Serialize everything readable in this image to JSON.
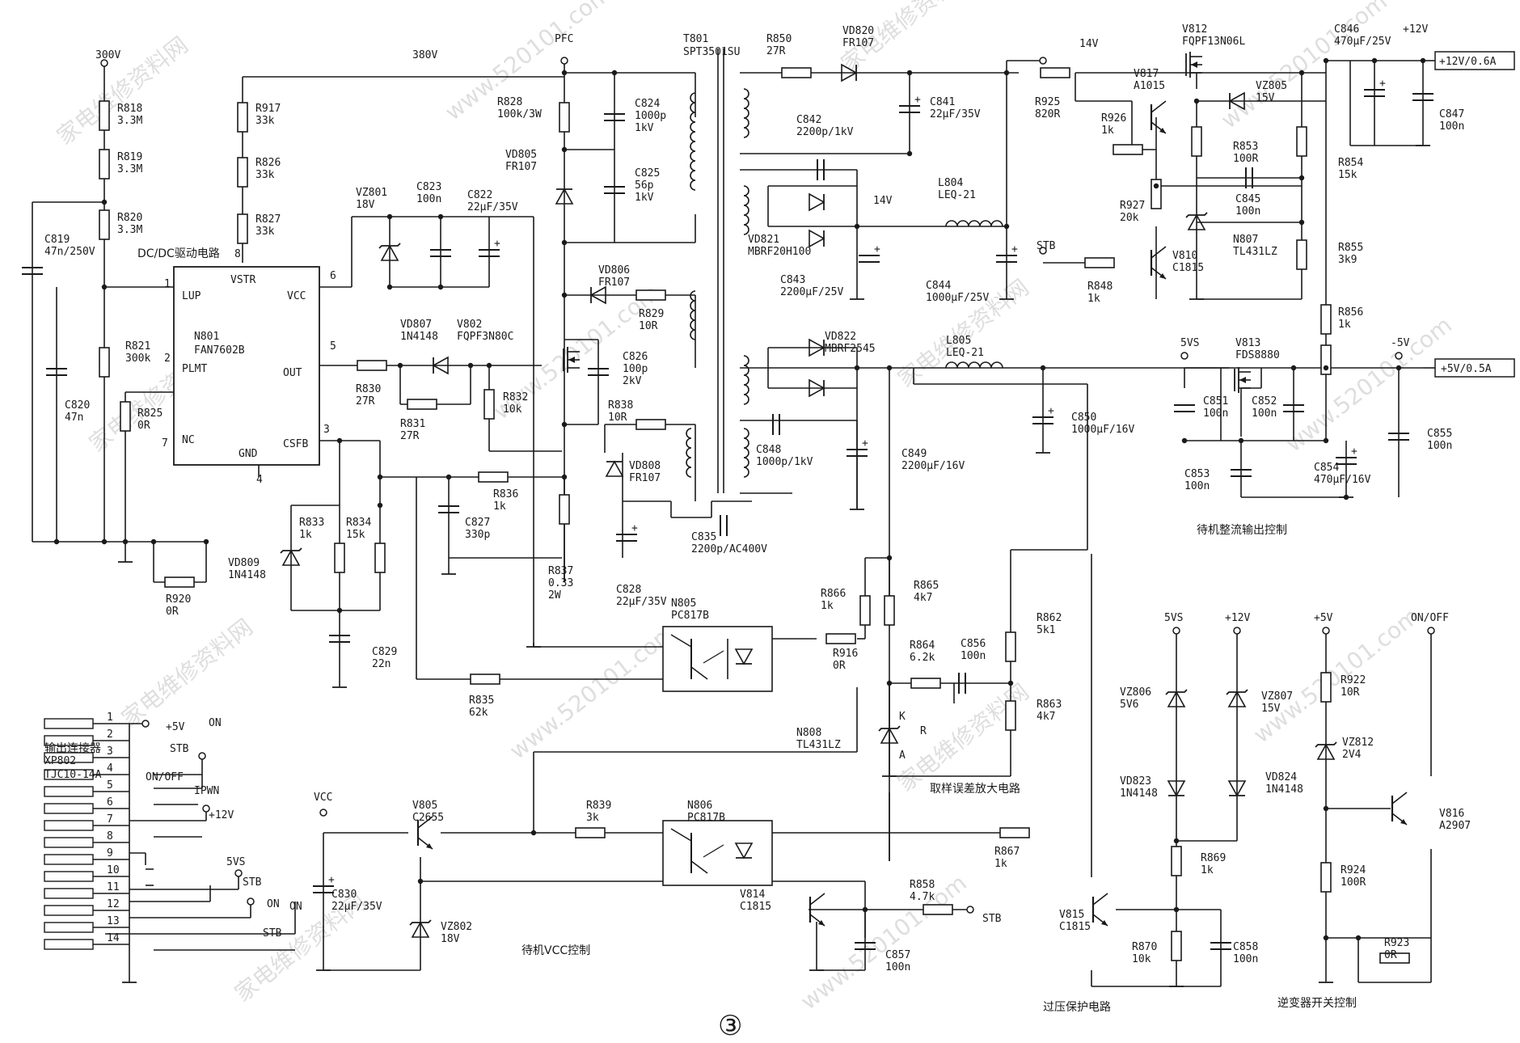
{
  "rails": {
    "v300": "300V",
    "v380": "380V",
    "pfc": "PFC",
    "v14": "14V",
    "v14b": "14V",
    "plus12": "+12V",
    "out12": "+12V/0.6A",
    "v5vs": "5VS",
    "minus5": "-5V",
    "out5": "+5V/0.5A",
    "vcc": "VCC",
    "stb1": "STB",
    "stb2": "STB",
    "on": "ON",
    "ovp_5vs": "5VS",
    "ovp_12": "+12V",
    "inv_5v": "+5V",
    "inv_onoff": "ON/OFF"
  },
  "ic": {
    "ref": "N801",
    "part": "FAN7602B",
    "title": "DC/DC驱动电路",
    "pins": [
      "LUP",
      "VSTR",
      "VCC",
      "PLMT",
      "OUT",
      "NC",
      "GND",
      "CSFB"
    ],
    "pin_numbers": [
      "1",
      "8",
      "6",
      "2",
      "5",
      "7",
      "4",
      "3"
    ]
  },
  "transformer": {
    "ref": "T801",
    "part": "SPT3501SU"
  },
  "components": [
    {
      "ref": "R818",
      "value": "3.3M"
    },
    {
      "ref": "R819",
      "value": "3.3M"
    },
    {
      "ref": "R820",
      "value": "3.3M"
    },
    {
      "ref": "C819",
      "value": "47n/250V"
    },
    {
      "ref": "R821",
      "value": "300k"
    },
    {
      "ref": "C820",
      "value": "47n"
    },
    {
      "ref": "R825",
      "value": "0R"
    },
    {
      "ref": "R920",
      "value": "0R"
    },
    {
      "ref": "R917",
      "value": "33k"
    },
    {
      "ref": "R826",
      "value": "33k"
    },
    {
      "ref": "R827",
      "value": "33k"
    },
    {
      "ref": "VZ801",
      "value": "18V"
    },
    {
      "ref": "C823",
      "value": "100n"
    },
    {
      "ref": "C822",
      "value": "22μF/35V"
    },
    {
      "ref": "R830",
      "value": "27R"
    },
    {
      "ref": "R831",
      "value": "27R"
    },
    {
      "ref": "VD807",
      "value": "1N4148"
    },
    {
      "ref": "V802",
      "value": "FQPF3N80C"
    },
    {
      "ref": "R832",
      "value": "10k"
    },
    {
      "ref": "R833",
      "value": "1k"
    },
    {
      "ref": "R834",
      "value": "15k"
    },
    {
      "ref": "VD809",
      "value": "1N4148"
    },
    {
      "ref": "C829",
      "value": "22n"
    },
    {
      "ref": "C827",
      "value": "330p"
    },
    {
      "ref": "R836",
      "value": "1k"
    },
    {
      "ref": "R837",
      "value": "0.33 2W"
    },
    {
      "ref": "R828",
      "value": "100k/3W"
    },
    {
      "ref": "C824",
      "value": "1000p 1kV"
    },
    {
      "ref": "VD805",
      "value": "FR107"
    },
    {
      "ref": "C825",
      "value": "56p 1kV"
    },
    {
      "ref": "VD806",
      "value": "FR107"
    },
    {
      "ref": "R829",
      "value": "10R"
    },
    {
      "ref": "C826",
      "value": "100p 2kV"
    },
    {
      "ref": "R838",
      "value": "10R"
    },
    {
      "ref": "VD808",
      "value": "FR107"
    },
    {
      "ref": "C828",
      "value": "22μF/35V"
    },
    {
      "ref": "C835",
      "value": "2200p/AC400V"
    },
    {
      "ref": "R850",
      "value": "27R"
    },
    {
      "ref": "VD820",
      "value": "FR107"
    },
    {
      "ref": "C842",
      "value": "2200p/1kV"
    },
    {
      "ref": "C841",
      "value": "22μF/35V"
    },
    {
      "ref": "VD821",
      "value": "MBRF20H100"
    },
    {
      "ref": "C843",
      "value": "2200μF/25V"
    },
    {
      "ref": "L804",
      "value": "LEQ-21"
    },
    {
      "ref": "C844",
      "value": "1000μF/25V"
    },
    {
      "ref": "VD822",
      "value": "MBRF2545"
    },
    {
      "ref": "C848",
      "value": "1000p/1kV"
    },
    {
      "ref": "C849",
      "value": "2200μF/16V"
    },
    {
      "ref": "L805",
      "value": "LEQ-21"
    },
    {
      "ref": "C850",
      "value": "1000μF/16V"
    },
    {
      "ref": "R925",
      "value": "820R"
    },
    {
      "ref": "V817",
      "value": "A1015"
    },
    {
      "ref": "R926",
      "value": "1k"
    },
    {
      "ref": "R927",
      "value": "20k"
    },
    {
      "ref": "R848",
      "value": "1k"
    },
    {
      "ref": "V810",
      "value": "C1815"
    },
    {
      "ref": "V812",
      "value": "FQPF13N06L"
    },
    {
      "ref": "VZ805",
      "value": "15V"
    },
    {
      "ref": "R853",
      "value": "100R"
    },
    {
      "ref": "C845",
      "value": "100n"
    },
    {
      "ref": "N807",
      "value": "TL431LZ"
    },
    {
      "ref": "C846",
      "value": "470μF/25V"
    },
    {
      "ref": "C847",
      "value": "100n"
    },
    {
      "ref": "R854",
      "value": "15k"
    },
    {
      "ref": "R855",
      "value": "3k9"
    },
    {
      "ref": "R856",
      "value": "1k"
    },
    {
      "ref": "V813",
      "value": "FDS8880"
    },
    {
      "ref": "C851",
      "value": "100n"
    },
    {
      "ref": "C852",
      "value": "100n"
    },
    {
      "ref": "C853",
      "value": "100n"
    },
    {
      "ref": "C854",
      "value": "470μF/16V"
    },
    {
      "ref": "C855",
      "value": "100n"
    },
    {
      "ref": "N805",
      "value": "PC817B"
    },
    {
      "ref": "R835",
      "value": "62k"
    },
    {
      "ref": "R866",
      "value": "1k"
    },
    {
      "ref": "R865",
      "value": "4k7"
    },
    {
      "ref": "R916",
      "value": "0R"
    },
    {
      "ref": "R864",
      "value": "6.2k"
    },
    {
      "ref": "C856",
      "value": "100n"
    },
    {
      "ref": "R862",
      "value": "5k1"
    },
    {
      "ref": "R863",
      "value": "4k7"
    },
    {
      "ref": "N808",
      "value": "TL431LZ"
    },
    {
      "ref": "V805",
      "value": "C2655"
    },
    {
      "ref": "C830",
      "value": "22μF/35V"
    },
    {
      "ref": "VZ802",
      "value": "18V"
    },
    {
      "ref": "R839",
      "value": "3k"
    },
    {
      "ref": "N806",
      "value": "PC817B"
    },
    {
      "ref": "R867",
      "value": "1k"
    },
    {
      "ref": "V814",
      "value": "C1815"
    },
    {
      "ref": "R858",
      "value": "4.7k"
    },
    {
      "ref": "C857",
      "value": "100n"
    },
    {
      "ref": "VZ806",
      "value": "5V6"
    },
    {
      "ref": "VD823",
      "value": "1N4148"
    },
    {
      "ref": "VZ807",
      "value": "15V"
    },
    {
      "ref": "VD824",
      "value": "1N4148"
    },
    {
      "ref": "R869",
      "value": "1k"
    },
    {
      "ref": "V815",
      "value": "C1815"
    },
    {
      "ref": "R870",
      "value": "10k"
    },
    {
      "ref": "C858",
      "value": "100n"
    },
    {
      "ref": "R922",
      "value": "10R"
    },
    {
      "ref": "VZ812",
      "value": "2V4"
    },
    {
      "ref": "V816",
      "value": "A2907"
    },
    {
      "ref": "R924",
      "value": "100R"
    },
    {
      "ref": "R923",
      "value": "0R"
    }
  ],
  "connector": {
    "title": "输出连接器",
    "ref": "XP802",
    "part": "TJC10-14A",
    "pins": [
      "1",
      "2",
      "3",
      "4",
      "5",
      "6",
      "7",
      "8",
      "9",
      "10",
      "11",
      "12",
      "13",
      "14"
    ],
    "signals": [
      "+5V",
      "ON",
      "STB",
      "ON/OFF",
      "IPWN",
      "+12V",
      "5VS",
      "STB",
      "ON",
      "STB"
    ]
  },
  "section_titles": {
    "standby_output": "待机整流输出控制",
    "sampling_amp": "取样误差放大电路",
    "standby_vcc": "待机VCC控制",
    "overvoltage": "过压保护电路",
    "inverter_switch": "逆变器开关控制"
  },
  "tl431_pins": {
    "k": "K",
    "r": "R",
    "a": "A"
  },
  "page_marker": "③",
  "watermarks": [
    "家电维修资料网",
    "www.520101.com"
  ]
}
